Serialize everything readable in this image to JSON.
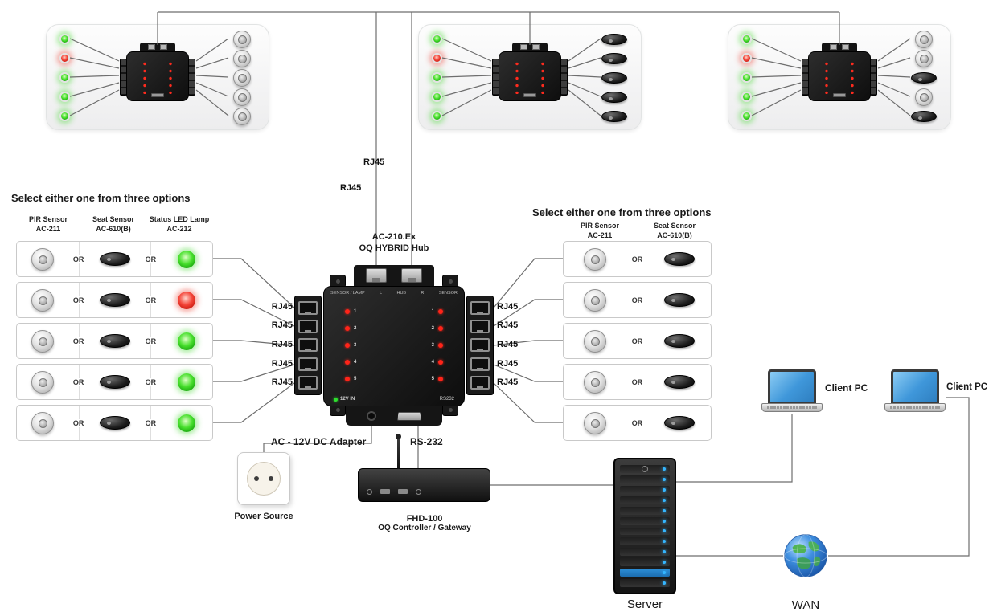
{
  "top_units": [
    {
      "leds": [
        "green",
        "red",
        "green",
        "green",
        "green"
      ],
      "devices": [
        "dome",
        "dome",
        "dome",
        "dome",
        "dome"
      ]
    },
    {
      "leds": [
        "green",
        "red",
        "green",
        "green",
        "green"
      ],
      "devices": [
        "oval",
        "oval",
        "oval",
        "oval",
        "oval"
      ]
    },
    {
      "leds": [
        "green",
        "red",
        "green",
        "green",
        "green"
      ],
      "devices": [
        "dome",
        "dome",
        "oval",
        "dome",
        "oval"
      ]
    }
  ],
  "cable_labels": {
    "top_1": "RJ45",
    "top_2": "RJ45",
    "left": [
      "RJ45",
      "RJ45",
      "RJ45",
      "RJ45",
      "RJ45"
    ],
    "right": [
      "RJ45",
      "RJ45",
      "RJ45",
      "RJ45",
      "RJ45"
    ]
  },
  "hub": {
    "title_line1": "AC-210.Ex",
    "title_line2": "OQ HYBRID Hub",
    "panel_labels": [
      "SENSOR / LAMP",
      "L",
      "HUB",
      "R",
      "SENSOR"
    ],
    "led_numbers": [
      "1",
      "2",
      "3",
      "4",
      "5"
    ],
    "power_label": "12V IN",
    "serial_label": "RS232"
  },
  "left_panel": {
    "header": "Select either one from three options",
    "col1_name": "PIR Sensor",
    "col1_model": "AC-211",
    "col2_name": "Seat Sensor",
    "col2_model": "AC-610(B)",
    "col3_name": "Status LED Lamp",
    "col3_model": "AC-212",
    "or_label": "OR",
    "rows": [
      {
        "led": "green"
      },
      {
        "led": "red"
      },
      {
        "led": "green"
      },
      {
        "led": "green"
      },
      {
        "led": "green"
      }
    ]
  },
  "right_panel": {
    "header": "Select either one from three options",
    "col1_name": "PIR Sensor",
    "col1_model": "AC-211",
    "col2_name": "Seat Sensor",
    "col2_model": "AC-610(B)",
    "or_label": "OR"
  },
  "bottom": {
    "adapter_label": "AC - 12V DC Adapter",
    "rs232_label": "RS-232",
    "power_source_label": "Power Source",
    "controller_line1": "FHD-100",
    "controller_line2": "OQ Controller / Gateway",
    "server_label": "Server",
    "wan_label": "WAN",
    "client_pc_label": "Client PC"
  },
  "colors": {
    "led_green": "#2fca2f",
    "led_red": "#e8352a",
    "wire": "#6e6e6e",
    "screen_blue": "#4a9ede",
    "server_led_blue": "#35b6ff"
  }
}
